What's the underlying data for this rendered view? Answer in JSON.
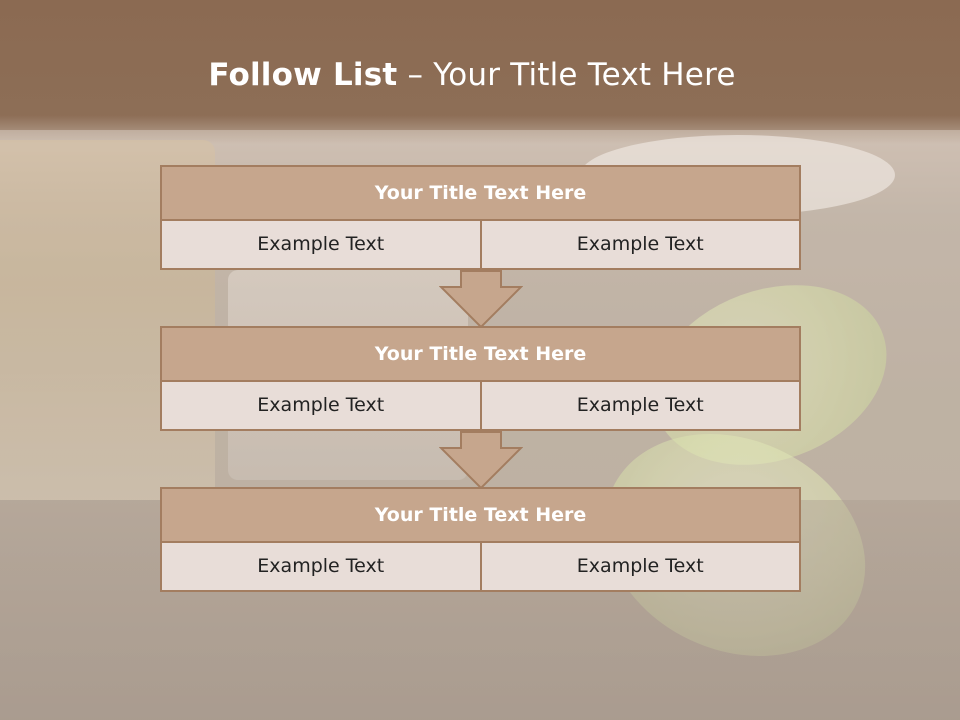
{
  "title": {
    "bold": "Follow List",
    "rest": " – Your Title Text Here"
  },
  "blocks": [
    {
      "title": "Your Title Text Here",
      "left": "Example Text",
      "right": "Example Text"
    },
    {
      "title": "Your Title Text Here",
      "left": "Example Text",
      "right": "Example Text"
    },
    {
      "title": "Your Title Text Here",
      "left": "Example Text",
      "right": "Example Text"
    }
  ],
  "colors": {
    "title_bar": "#c6a68d",
    "border": "#a37d60",
    "cell": "#e8ddd8",
    "header_band": "#8b6a52"
  }
}
